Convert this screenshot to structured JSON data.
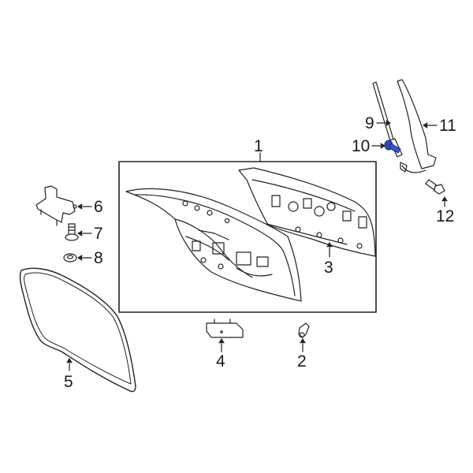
{
  "diagram": {
    "type": "exploded parts diagram",
    "subject": "trunk lid / liftgate assembly",
    "accent_color": "#2a4bb5",
    "highlighted_part": "10",
    "callouts": [
      {
        "id": "1",
        "label": "1",
        "part": "trunk lid panel"
      },
      {
        "id": "2",
        "label": "2",
        "part": "bulb / lamp"
      },
      {
        "id": "3",
        "label": "3",
        "part": "inner lid trim panel"
      },
      {
        "id": "4",
        "label": "4",
        "part": "license lamp"
      },
      {
        "id": "5",
        "label": "5",
        "part": "weatherstrip seal"
      },
      {
        "id": "6",
        "label": "6",
        "part": "hinge"
      },
      {
        "id": "7",
        "label": "7",
        "part": "bolt"
      },
      {
        "id": "8",
        "label": "8",
        "part": "nut"
      },
      {
        "id": "9",
        "label": "9",
        "part": "support strut"
      },
      {
        "id": "10",
        "label": "10",
        "part": "bolt (highlighted)"
      },
      {
        "id": "11",
        "label": "11",
        "part": "hinge arm"
      },
      {
        "id": "12",
        "label": "12",
        "part": "bolt"
      }
    ]
  }
}
